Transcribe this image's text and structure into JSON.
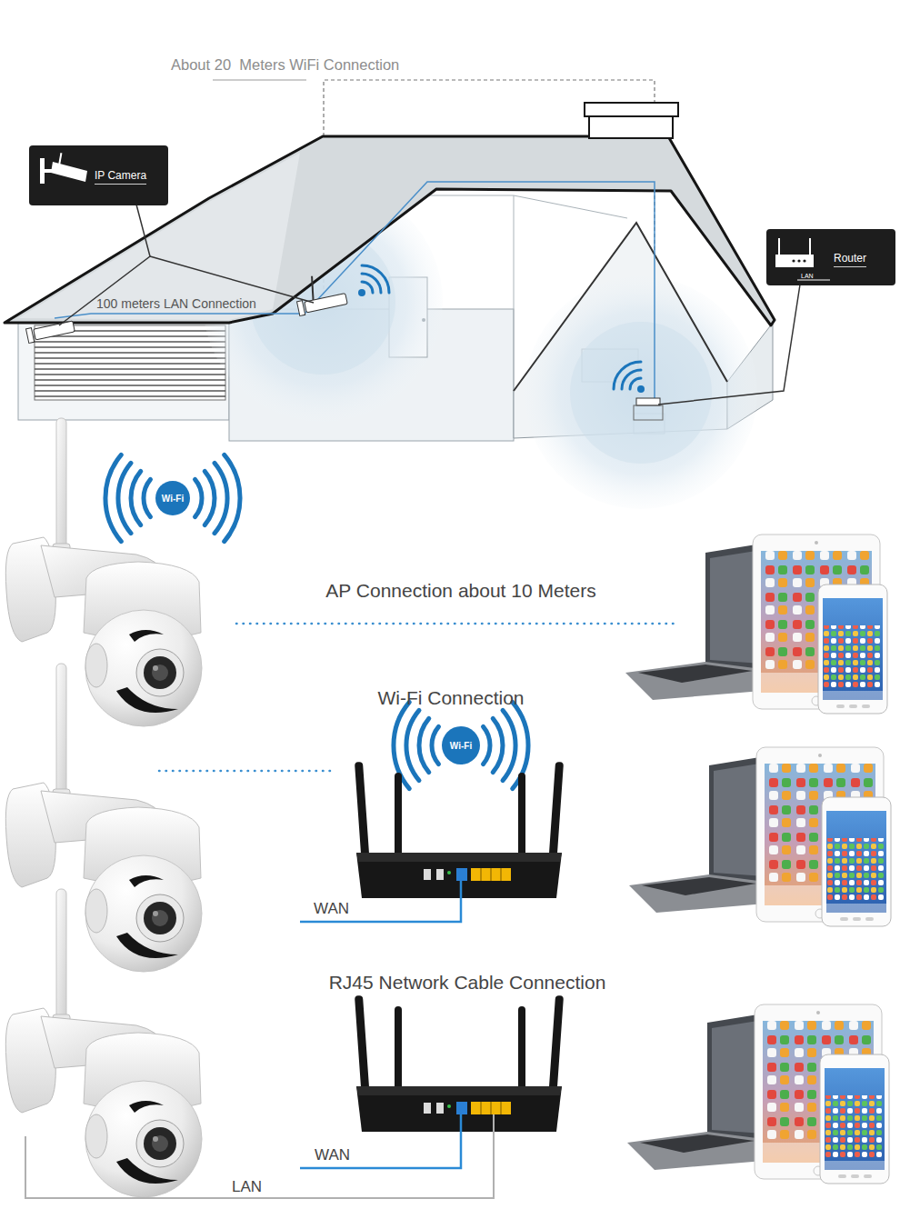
{
  "diagram": {
    "nodes": [
      {
        "text": [
          "IP Camera"
        ]
      },
      {
        "text": [
          "Router"
        ]
      },
      {
        "text": [
          "Wi-Fi"
        ]
      },
      {
        "text": [
          "Wi-Fi"
        ]
      }
    ],
    "labels": [
      "About 20  Meters WiFi Connection",
      "100 meters LAN Connection",
      "LAN",
      "AP Connection about 10 Meters",
      "Wi-Fi Connection",
      "WAN",
      "RJ45 Network Cable Connection",
      "WAN",
      "LAN"
    ]
  }
}
